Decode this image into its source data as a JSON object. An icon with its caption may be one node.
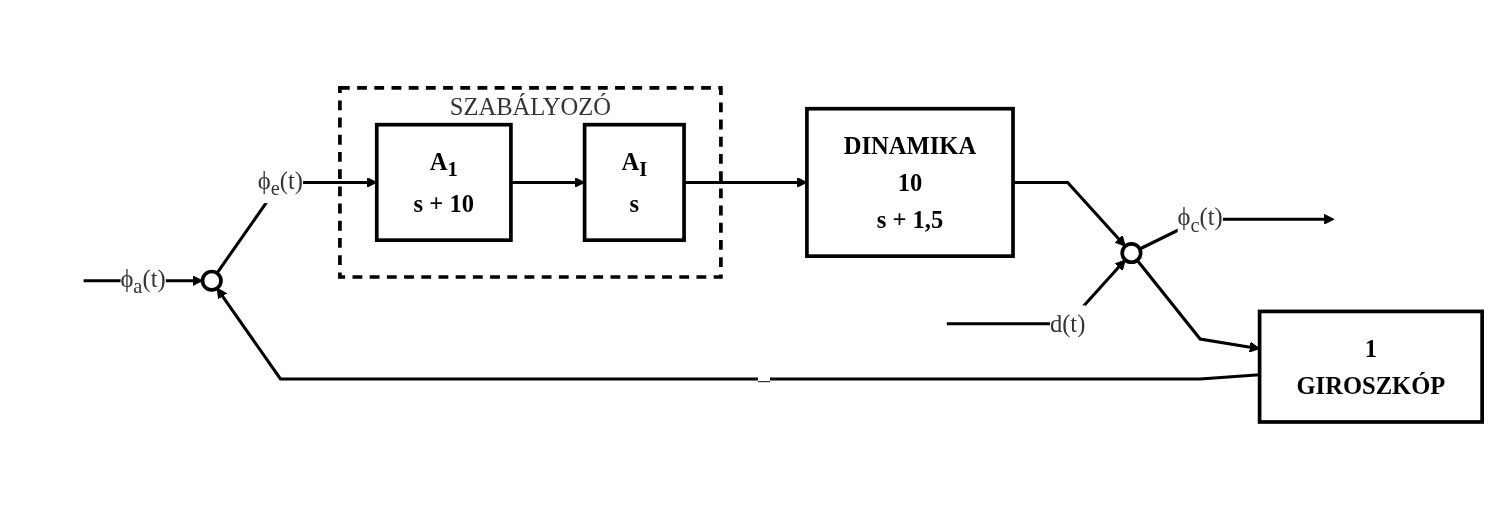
{
  "diagram": {
    "nodes": [
      {
        "text": [],
        "shape": "circle"
      },
      {
        "text": [
          "SZABÁLYOZÓ"
        ]
      },
      {
        "text": [
          "A$_{1}$",
          "s + 10"
        ],
        "in": 1
      },
      {
        "text": [
          "A$_{I}$",
          "s"
        ],
        "in": 1
      },
      {
        "text": [
          "DINAMIKA",
          "10",
          "s + 1,5"
        ]
      },
      {
        "text": [],
        "shape": "circle"
      },
      {
        "text": [
          "1",
          "GIROSZKÓP"
        ]
      }
    ],
    "edges": [
      {
        "from": null,
        "to": 0,
        "arrow": "to",
        "label": "ϕ$_{a}$(t)"
      },
      {
        "from": 0,
        "to": 2,
        "arrow": "to",
        "label": "ϕ$_{e}$(t)"
      },
      {
        "from": 2,
        "to": 3,
        "arrow": "to"
      },
      {
        "from": 3,
        "to": 4,
        "arrow": "to"
      },
      {
        "from": 4,
        "to": 5,
        "arrow": "to"
      },
      {
        "from": null,
        "to": 5,
        "arrow": "to",
        "label": "d(t)"
      },
      {
        "from": 5,
        "to": null,
        "arrow": "to",
        "label": "ϕ$_{c}$(t)"
      },
      {
        "from": 5,
        "to": 6,
        "arrow": "to"
      },
      {
        "from": 6,
        "to": 0,
        "arrow": "to",
        "label": "–"
      }
    ]
  }
}
